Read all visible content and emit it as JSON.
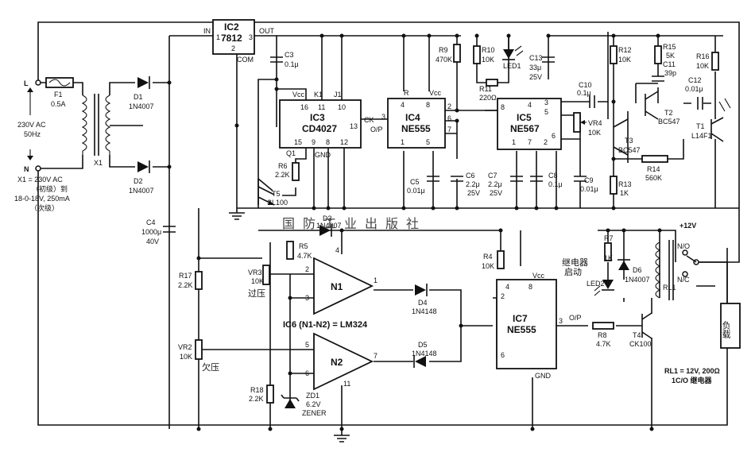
{
  "components": {
    "ic2": {
      "name": "IC2",
      "part": "7812",
      "pin_in": "IN",
      "pin_out": "OUT",
      "pin_com": "COM",
      "p1": "1",
      "p2": "2",
      "p3": "3"
    },
    "ic3": {
      "name": "IC3",
      "part": "CD4027",
      "pins_top": [
        "Vcc",
        "K1",
        "J1"
      ],
      "pins_top_num": [
        "16",
        "11",
        "10"
      ],
      "pins_bot_num": [
        "15",
        "9",
        "8",
        "12"
      ],
      "gnd": "GND",
      "q1": "Q1",
      "ck": "CK",
      "p13": "13"
    },
    "ic4": {
      "name": "IC4",
      "part": "NE555",
      "r": "R",
      "vcc": "Vcc",
      "op": "O/P",
      "p4": "4",
      "p8": "8",
      "p2": "2",
      "p6": "6",
      "p7": "7",
      "p3": "3",
      "p1": "1",
      "p5": "5"
    },
    "ic5": {
      "name": "IC5",
      "part": "NE567",
      "p8": "8",
      "p4": "4",
      "p3": "3",
      "p5": "5",
      "p1": "1",
      "p7": "7",
      "p2": "2",
      "p6": "6"
    },
    "ic7": {
      "name": "IC7",
      "part": "NE555",
      "p4": "4",
      "p8": "8",
      "vcc": "Vcc",
      "p2": "2",
      "p6": "6",
      "p3": "3",
      "op": "O/P",
      "gnd": "GND"
    },
    "ic6": {
      "label": "IC6 (N1-N2) = LM324",
      "n1": "N1",
      "n2": "N2",
      "p4": "4",
      "p11": "11",
      "n1_pins": [
        "2",
        "3",
        "1"
      ],
      "n2_pins": [
        "5",
        "6",
        "7"
      ]
    },
    "power": {
      "l": "L",
      "n": "N",
      "mains": "230V AC",
      "hz": "50Hz",
      "fuse": "F1",
      "fuse_val": "0.5A",
      "x1": "X1",
      "x1_note": [
        "X1 = 230V AC",
        "（初级）到",
        "18-0-18V, 250mA",
        "（次级）"
      ],
      "plus12": "+12V"
    },
    "diodes": {
      "d1": "D1",
      "d1v": "1N4007",
      "d2": "D2",
      "d2v": "1N4007",
      "d3": "D3",
      "d3v": "1N4007",
      "d4": "D4",
      "d4v": "1N4148",
      "d5": "D5",
      "d5v": "1N4148",
      "d6": "D6",
      "d6v": "1N4007",
      "zd1": "ZD1",
      "zd1v": "6.2V",
      "zd1t": "ZENER",
      "led1": "LED1",
      "led2": "LED2",
      "led2_cn": [
        "继电器",
        "启动"
      ]
    },
    "resistors": {
      "r5": [
        "R5",
        "4.7K"
      ],
      "r6": [
        "R6",
        "2.2K"
      ],
      "r9": [
        "R9",
        "470K"
      ],
      "r10": [
        "R10",
        "10K"
      ],
      "r11": [
        "R11",
        "220Ω"
      ],
      "r12": [
        "R12",
        "10K"
      ],
      "r13": [
        "R13",
        "1K"
      ],
      "r14": [
        "R14",
        "560K"
      ],
      "r15": [
        "R15",
        "5K"
      ],
      "r16": [
        "R16",
        "10K"
      ],
      "r17": [
        "R17",
        "2.2K"
      ],
      "r18": [
        "R18",
        "2.2K"
      ],
      "r4": [
        "R4",
        "10K"
      ],
      "r7": [
        "R7",
        "1K"
      ],
      "r8": [
        "R8",
        "4.7K"
      ],
      "vr2": [
        "VR2",
        "10K"
      ],
      "vr3": [
        "VR3",
        "10K"
      ],
      "vr4": [
        "VR4",
        "10K"
      ],
      "vr2_cn": "欠压",
      "vr3_cn": "过压"
    },
    "capacitors": {
      "c3": [
        "C3",
        "0.1μ"
      ],
      "c4": [
        "C4",
        "1000μ",
        "40V"
      ],
      "c5": [
        "C5",
        "0.01μ"
      ],
      "c6": [
        "C6",
        "2.2μ",
        "25V"
      ],
      "c7": [
        "C7",
        "2.2μ",
        "25V"
      ],
      "c8": [
        "C8",
        "0.1μ"
      ],
      "c9": [
        "C9",
        "0.01μ"
      ],
      "c10": [
        "C10",
        "0.1μ"
      ],
      "c11": [
        "C11",
        "39p"
      ],
      "c12": [
        "C12",
        "0.01μ"
      ],
      "c13": [
        "C13",
        "33μ",
        "25V"
      ]
    },
    "transistors": {
      "t1": [
        "T1",
        "L14F1"
      ],
      "t2": [
        "T2",
        "BC547"
      ],
      "t3": [
        "T3",
        "BC547"
      ],
      "t4": [
        "T4",
        "CK100"
      ],
      "t5": [
        "T5",
        "SL100"
      ]
    },
    "relay": {
      "rl1": "RL1",
      "no": "N/O",
      "nc": "N/C",
      "load": "负载",
      "note": [
        "RL1 = 12V, 200Ω",
        "1C/O 继电器"
      ]
    }
  },
  "watermark": "国防工业出版社"
}
